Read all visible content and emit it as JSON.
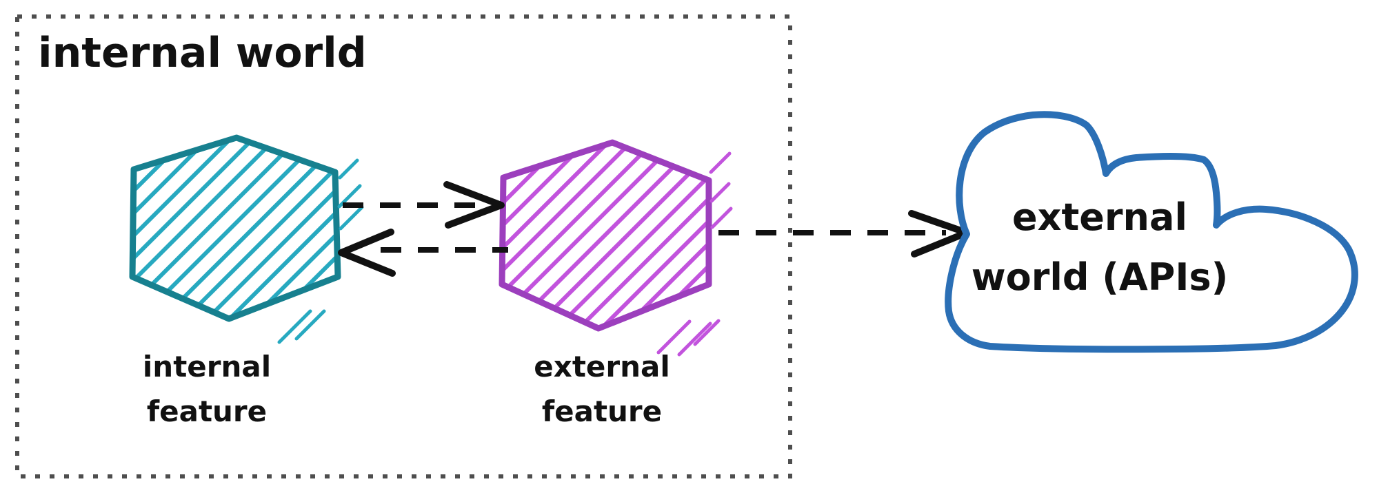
{
  "diagram": {
    "title": "internal world",
    "boundary": {
      "name": "internal world boundary box",
      "style": "dotted",
      "color": "#4e4e4e"
    },
    "nodes": {
      "internal_feature": {
        "line1": "internal",
        "line2": "feature",
        "shape": "hexagon",
        "outline_color": "#17808f",
        "hatch_color": "#27a9c0"
      },
      "external_feature": {
        "line1": "external",
        "line2": "feature",
        "shape": "hexagon",
        "outline_color": "#9c3fbd",
        "hatch_color": "#c253dd"
      },
      "external_world": {
        "line1": "external",
        "line2": "world (APIs)",
        "shape": "cloud",
        "outline_color": "#2b6fb5"
      }
    },
    "connections": [
      {
        "from": "internal feature",
        "to": "external feature",
        "style": "dashed arrow",
        "color": "#111111"
      },
      {
        "from": "external feature",
        "to": "internal feature",
        "style": "dashed arrow",
        "color": "#111111"
      },
      {
        "from": "external feature",
        "to": "external world (APIs)",
        "style": "dashed arrow",
        "color": "#111111"
      }
    ],
    "text_color": "#111111"
  }
}
